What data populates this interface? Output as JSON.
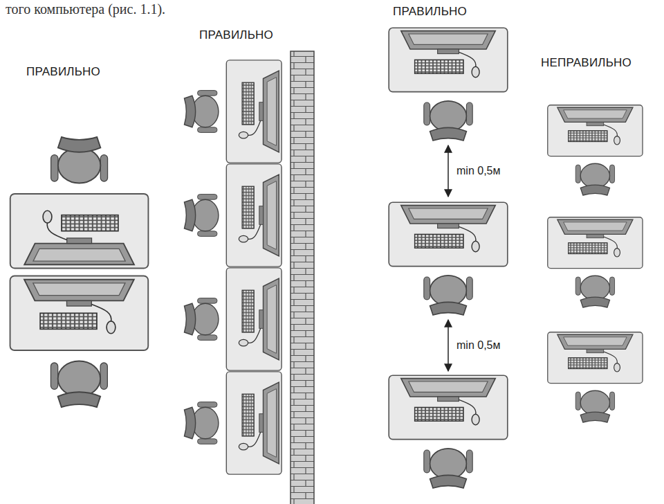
{
  "diagram": {
    "labels": [
      "того компьютера (рис. 1.1).",
      "ПРАВИЛЬНО",
      "ПРАВИЛЬНО",
      "ПРАВИЛЬНО",
      "НЕПРАВИЛЬНО",
      "min 0,5м",
      "min 0,5м"
    ]
  }
}
